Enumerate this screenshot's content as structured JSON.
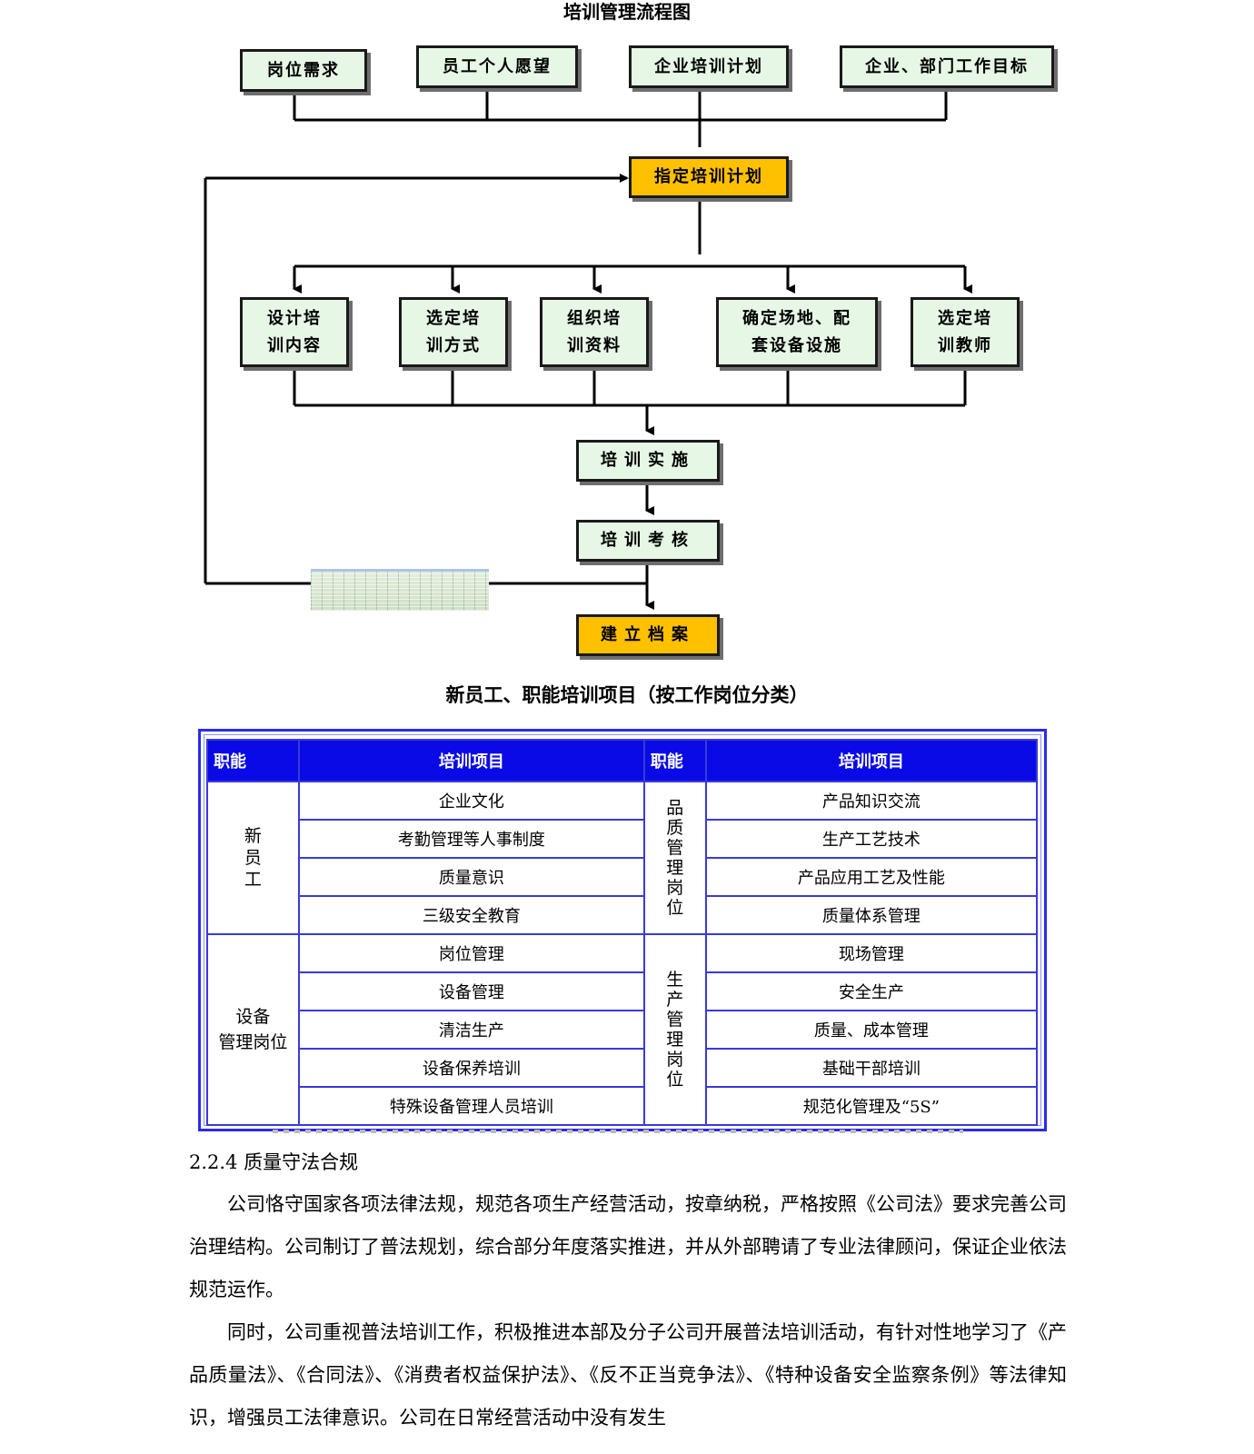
{
  "flowchart": {
    "title": "培训管理流程图",
    "inputs": [
      "岗位需求",
      "员工个人愿望",
      "企业培训计划",
      "企业、部门工作目标"
    ],
    "plan": "指定培训计划",
    "tasks": [
      "设计培\n训内容",
      "选定培\n训方式",
      "组织培\n训资料",
      "确定场地、配\n套设备设施",
      "选定培\n训教师"
    ],
    "implement": "培训实施",
    "assess": "培训考核",
    "archive": "建立档案",
    "colors": {
      "box_fill": "#e6f7e6",
      "highlight_fill": "#ffc000"
    }
  },
  "table": {
    "title": "新员工、职能培训项目（按工作岗位分类）",
    "headers": [
      "职能",
      "培训项目",
      "职能",
      "培训项目"
    ],
    "left_groups": [
      {
        "name": "新员工",
        "items": [
          "企业文化",
          "考勤管理等人事制度",
          "质量意识",
          "三级安全教育"
        ]
      },
      {
        "name": "设备\n管理岗位",
        "items": [
          "岗位管理",
          "设备管理",
          "清洁生产",
          "设备保养培训",
          "特殊设备管理人员培训"
        ]
      }
    ],
    "right_groups": [
      {
        "name": "品质管理岗位",
        "items": [
          "产品知识交流",
          "生产工艺技术",
          "产品应用工艺及性能",
          "质量体系管理"
        ]
      },
      {
        "name": "生产管理岗位",
        "items": [
          "现场管理",
          "安全生产",
          "质量、成本管理",
          "基础干部培训",
          "规范化管理及“5S”"
        ]
      }
    ],
    "colors": {
      "header_bg": "#0a0ae6",
      "border": "#3a3ad8"
    }
  },
  "section": {
    "heading": "2.2.4 质量守法合规",
    "paragraphs": [
      "公司恪守国家各项法律法规，规范各项生产经营活动，按章纳税，严格按照《公司法》要求完善公司治理结构。公司制订了普法规划，综合部分年度落实推进，并从外部聘请了专业法律顾问，保证企业依法规范运作。",
      "同时，公司重视普法培训工作，积极推进本部及分子公司开展普法培训活动，有针对性地学习了《产品质量法》、《合同法》、《消费者权益保护法》、《反不正当竞争法》、《特种设备安全监察条例》等法律知识，增强员工法律意识。公司在日常经营活动中没有发生"
    ]
  }
}
